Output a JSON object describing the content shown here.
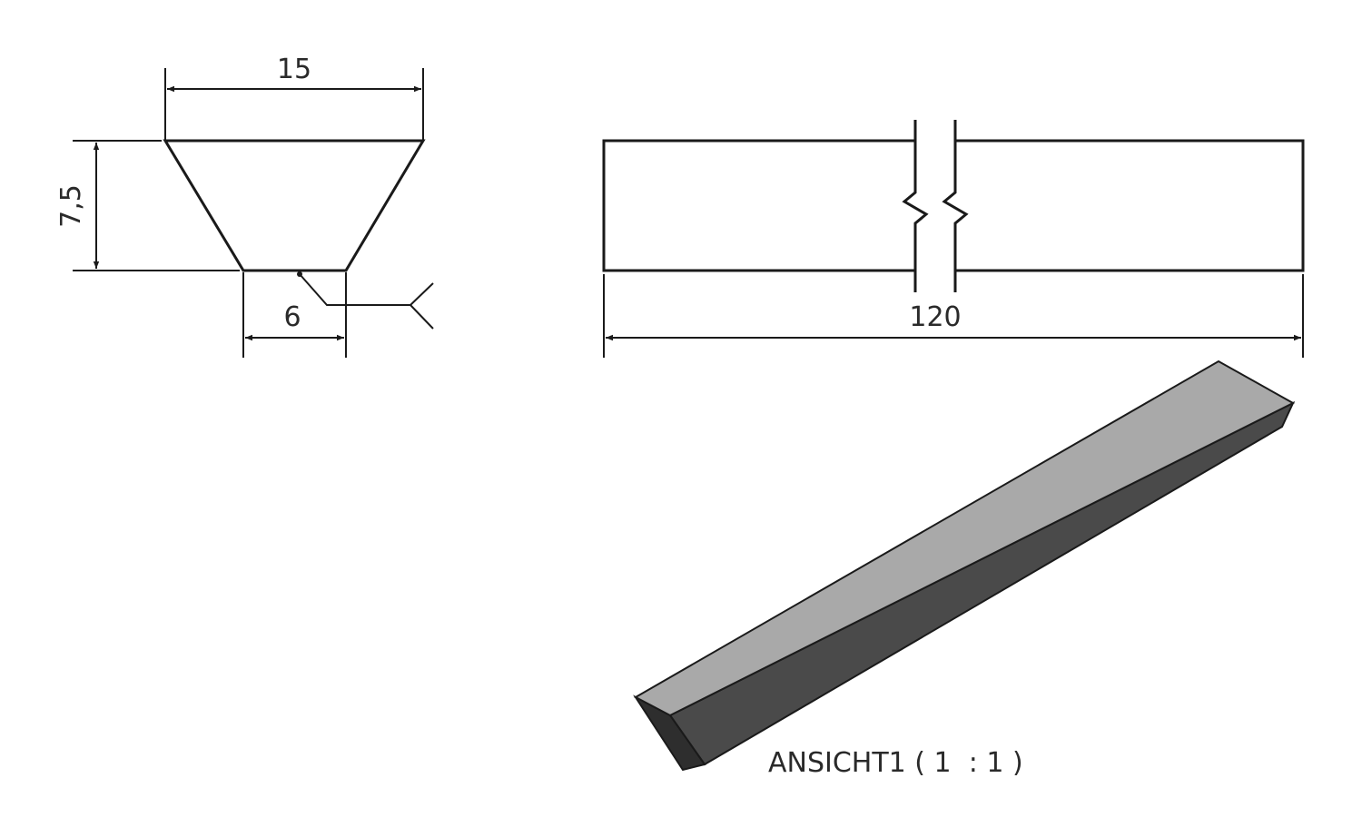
{
  "dimensions": {
    "top_width": "15",
    "height": "7,5",
    "bottom_width": "6",
    "length": "120"
  },
  "view_label": "ANSICHT1 ( 1  : 1 )",
  "colors": {
    "line": "#1a1a1a",
    "iso_top_face": "#a9a9a9",
    "iso_side_face": "#4a4a4a",
    "iso_end_face": "#2e2e2e"
  }
}
